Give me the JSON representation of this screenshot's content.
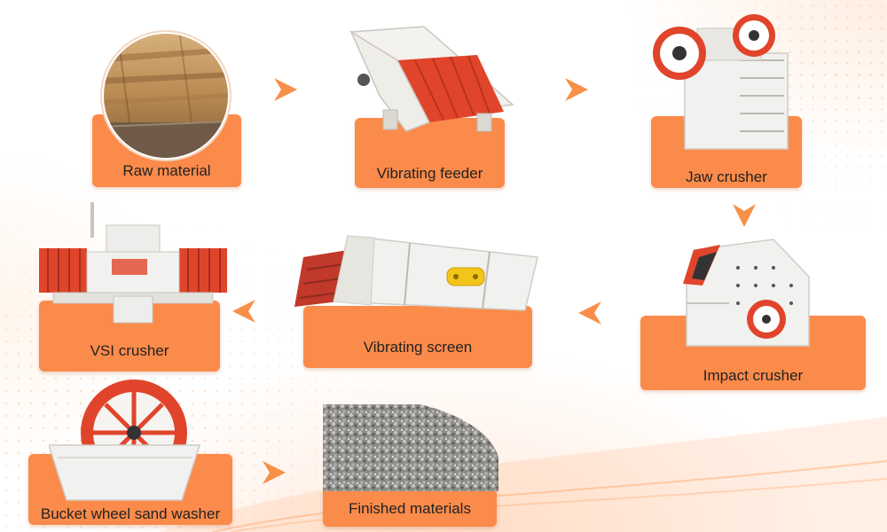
{
  "diagram": {
    "steps": [
      {
        "id": "raw",
        "label": "Raw material"
      },
      {
        "id": "feeder",
        "label": "Vibrating feeder"
      },
      {
        "id": "jaw",
        "label": "Jaw crusher"
      },
      {
        "id": "impact",
        "label": "Impact crusher"
      },
      {
        "id": "screen",
        "label": "Vibrating screen"
      },
      {
        "id": "vsi",
        "label": "VSI crusher"
      },
      {
        "id": "washer",
        "label": "Bucket wheel sand washer"
      },
      {
        "id": "finished",
        "label": "Finished materials"
      }
    ],
    "colors": {
      "card": "#fb8b4a",
      "arrow": "#f79048",
      "machine_red": "#e0452b",
      "machine_body": "#f1f1ef"
    }
  }
}
